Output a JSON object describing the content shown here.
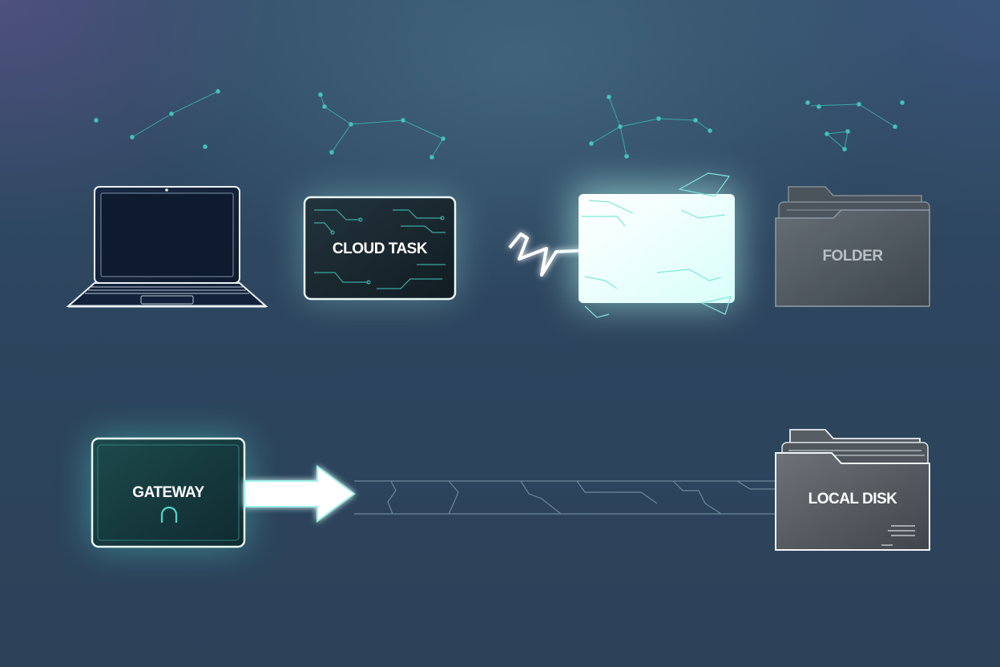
{
  "nodes": {
    "cloud_task": {
      "label": "CLOUD TASK"
    },
    "folder": {
      "label": "FOLDER"
    },
    "gateway": {
      "label": "GATEWAY"
    },
    "local_disk": {
      "label": "LOCAL DISK"
    }
  },
  "colors": {
    "accent": "#7ff0e6",
    "line": "#e8f4f6",
    "panel_dark": "#16262f",
    "folder_gray": "#5a6066"
  },
  "icons": [
    "laptop-icon",
    "folder-icon",
    "arch-icon",
    "lightning-bolt-icon",
    "arrow-icon"
  ]
}
